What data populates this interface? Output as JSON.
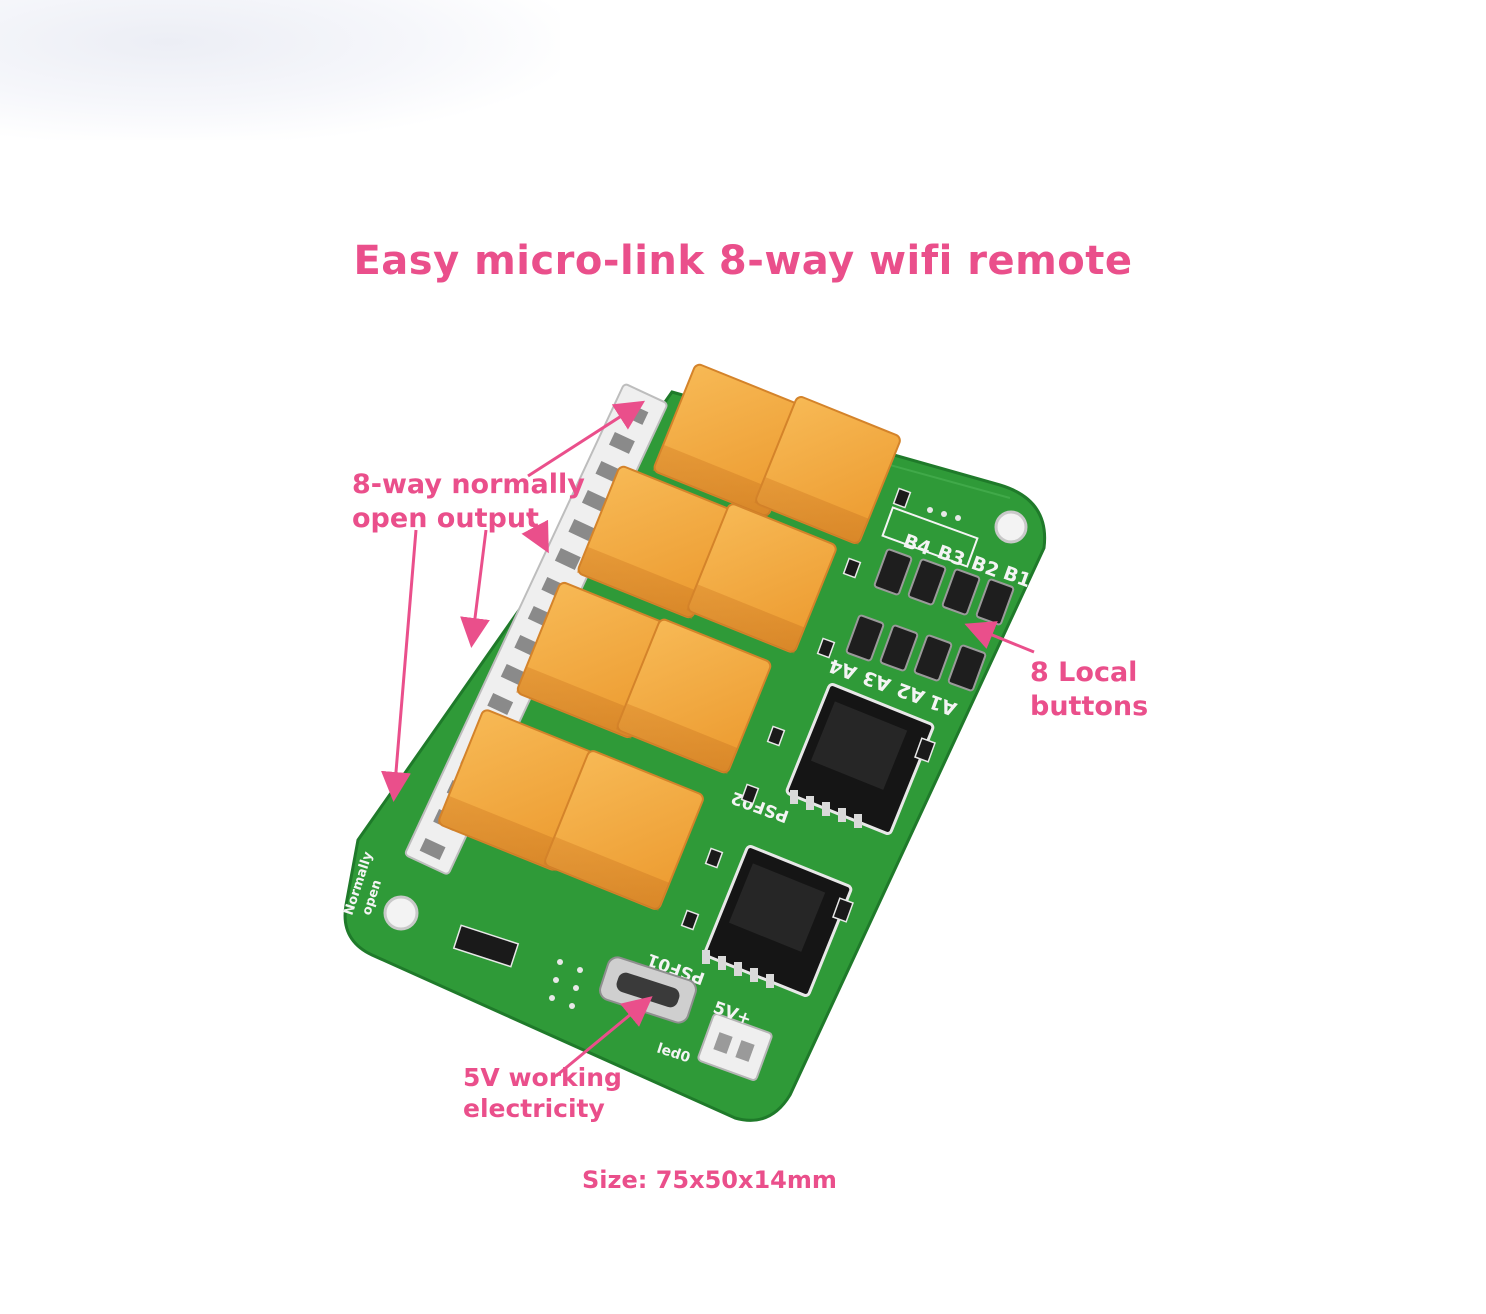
{
  "title": "Easy micro-link 8-way wifi remote",
  "annotations": {
    "output": [
      "8-way normally",
      "open output"
    ],
    "buttons": [
      "8 Local",
      "buttons"
    ],
    "power": [
      "5V working",
      "electricity"
    ]
  },
  "size": "Size: 75x50x14mm",
  "board": {
    "button_labels_top": [
      "B4",
      "B3",
      "B2",
      "B1"
    ],
    "button_labels_bottom": [
      "A4",
      "A3",
      "A2",
      "A1"
    ],
    "module_labels": [
      "PSF02",
      "PSF01"
    ],
    "terminal_label": [
      "Normally",
      "open"
    ],
    "led_label": "led0",
    "power_label": "5V+"
  },
  "colors": {
    "accent": "#ea4f8b",
    "pcb": "#2f9a38",
    "relay": "#f2a640"
  }
}
